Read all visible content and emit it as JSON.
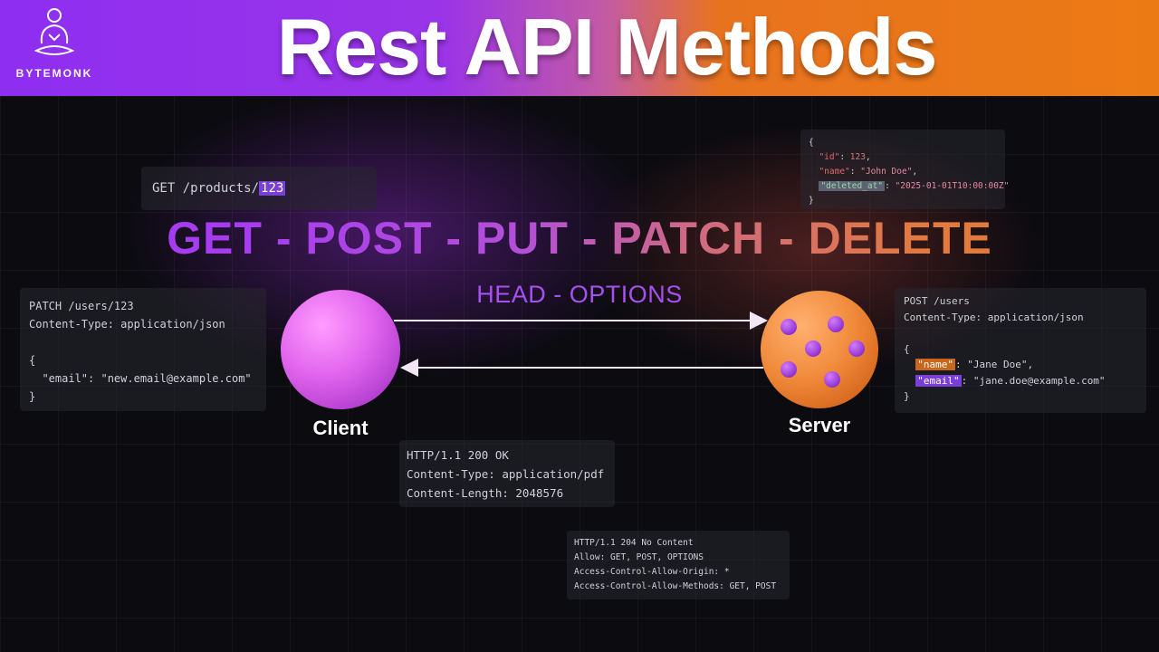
{
  "brand": {
    "name": "BYTEMONK"
  },
  "title": "Rest API Methods",
  "methods_primary": "GET - POST - PUT - PATCH - DELETE",
  "methods_secondary": "HEAD - OPTIONS",
  "nodes": {
    "client": "Client",
    "server": "Server"
  },
  "colors": {
    "client": "#e86cf0",
    "server": "#f08a3a",
    "banner_left": "#8e2ef0",
    "banner_right": "#ec7a14"
  },
  "snippets": {
    "get_request": {
      "path": "GET /products/",
      "id": "123"
    },
    "delete_response": {
      "open": "{",
      "id_key": "\"id\"",
      "id_val": "123",
      "name_key": "\"name\"",
      "name_val": "\"John Doe\"",
      "deleted_key": "\"deleted_at\"",
      "deleted_val": "\"2025-01-01T10:00:00Z\"",
      "close": "}"
    },
    "patch_request": {
      "line1": "PATCH /users/123",
      "line2": "Content-Type: application/json",
      "open": "{",
      "body": "  \"email\": \"new.email@example.com\"",
      "close": "}"
    },
    "post_request": {
      "line1": "POST /users",
      "line2": "Content-Type: application/json",
      "open": "{",
      "name_key": "\"name\"",
      "name_val": "\"Jane Doe\",",
      "email_key": "\"email\"",
      "email_val": "\"jane.doe@example.com\"",
      "close": "}"
    },
    "get_response": {
      "line1": "HTTP/1.1 200 OK",
      "line2": "Content-Type: application/pdf",
      "line3": "Content-Length: 2048576"
    },
    "options_response": {
      "line1": "HTTP/1.1 204 No Content",
      "line2": "Allow: GET, POST, OPTIONS",
      "line3": "Access-Control-Allow-Origin: *",
      "line4": "Access-Control-Allow-Methods: GET, POST"
    }
  }
}
